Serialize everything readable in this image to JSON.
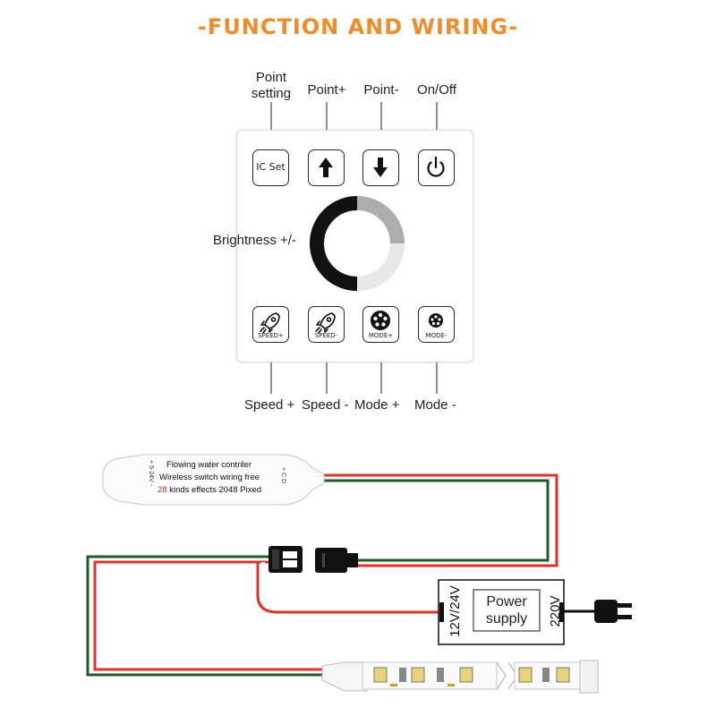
{
  "title": "-FUNCTION AND WIRING-",
  "colors": {
    "title": "#f28c28",
    "wire_red": "#e0322b",
    "wire_green": "#1f5c2a",
    "led_yellow": "#e8d27a"
  },
  "labels": {
    "point_setting": "Point\nsetting",
    "point_plus": "Point+",
    "point_minus": "Point-",
    "on_off": "On/Off",
    "brightness": "Brightness +/-",
    "speed_plus": "Speed +",
    "speed_minus": "Speed -",
    "mode_plus": "Mode +",
    "mode_minus": "Mode -"
  },
  "buttons": {
    "ic_set": "IC  Set",
    "speed_plus": "SPEED+",
    "speed_minus": "SPEED-",
    "mode_plus": "MODE+",
    "mode_minus": "MODE-"
  },
  "icons": {
    "point_plus": "arrow-up-icon",
    "point_minus": "arrow-down-icon",
    "on_off": "power-icon",
    "speed": "rocket-icon",
    "mode": "dots-circle-icon"
  },
  "controller": {
    "line1": "Flowing water contriler",
    "line2": "Wireless switch wiring free",
    "line3_num": "28",
    "line3_rest": " kinds effects 2048 Pixed",
    "side_left": "+ 5-24V -",
    "side_right": "+ C D"
  },
  "power_supply": {
    "input": "12V/24V",
    "label_line1": "Power",
    "label_line2": "supply",
    "output": "220V"
  }
}
